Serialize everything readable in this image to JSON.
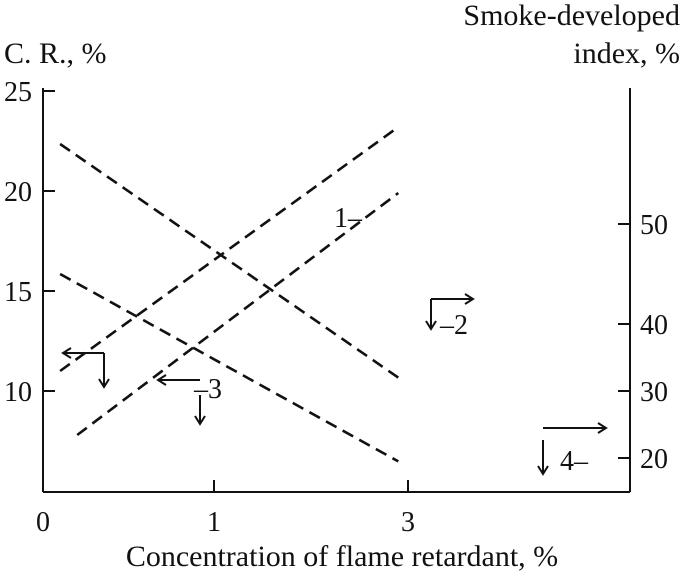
{
  "chart_data": {
    "type": "line",
    "title": "",
    "xlabel": "Concentration of flame retardant, %",
    "ylabel_left": "C. R., %",
    "ylabel_right": [
      "Smoke-developed",
      "index, %"
    ],
    "x_ticks": [
      "0",
      "1",
      "3"
    ],
    "y_left_ticks": [
      "10",
      "15",
      "20",
      "25"
    ],
    "y_right_ticks": [
      "20",
      "30",
      "40",
      "50"
    ],
    "y_left_range": [
      5,
      25
    ],
    "grid": false,
    "series": [
      {
        "name": "1",
        "axis": "left",
        "points": [
          [
            0.1,
            11
          ],
          [
            2.9,
            23.2
          ]
        ]
      },
      {
        "name": "2",
        "axis": "right",
        "points": [
          [
            0.1,
            58
          ],
          [
            2.9,
            32
          ]
        ]
      },
      {
        "name": "3",
        "axis": "left",
        "points": [
          [
            0.2,
            7.8
          ],
          [
            2.9,
            19.9
          ]
        ]
      },
      {
        "name": "4",
        "axis": "right",
        "points": [
          [
            0.1,
            45
          ],
          [
            2.9,
            19.5
          ]
        ]
      }
    ],
    "annotations": [
      {
        "text": "1–",
        "series": "1"
      },
      {
        "text": "–2",
        "series": "2"
      },
      {
        "text": "–3",
        "series": "3"
      },
      {
        "text": "4–",
        "series": "4"
      }
    ]
  }
}
